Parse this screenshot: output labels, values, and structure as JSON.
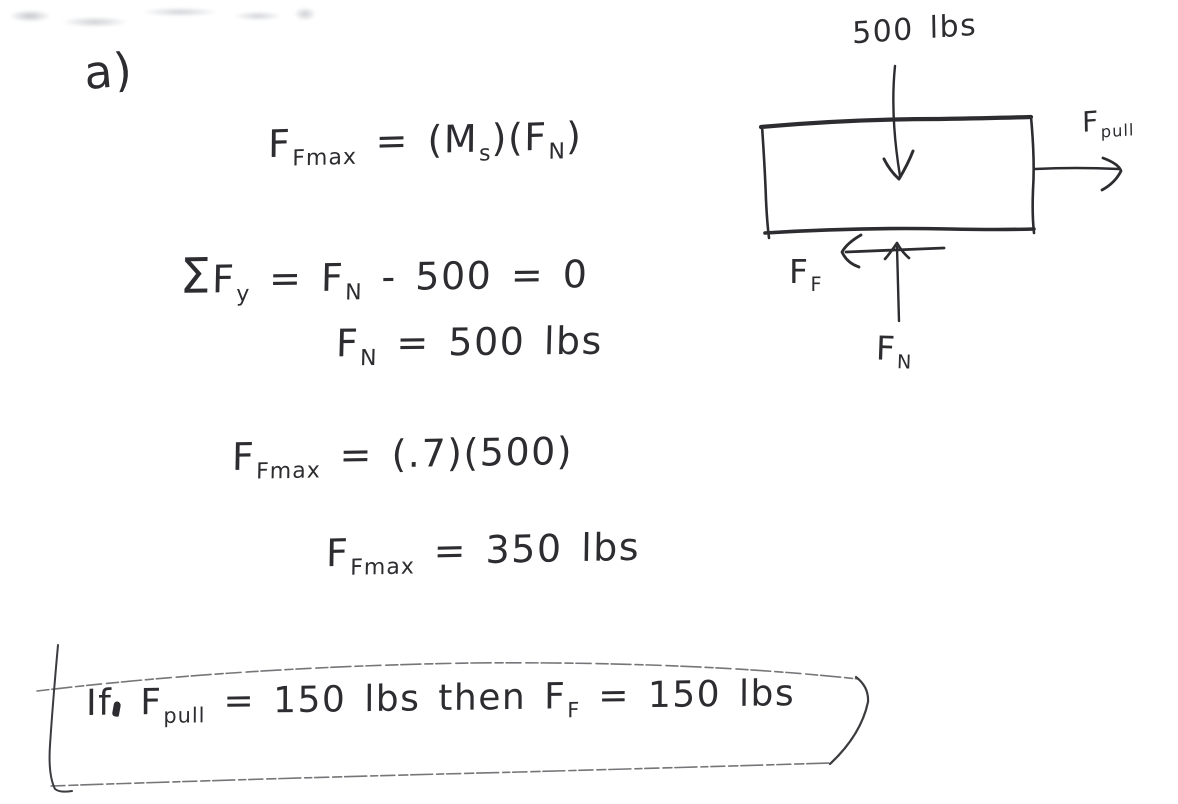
{
  "page": {
    "part_label": "a)",
    "ink_color": "#2d2d31",
    "paper_color": "#ffffff"
  },
  "equations": {
    "ffmax_definition": {
      "text": "FFmax = (Ms)(FN)",
      "segments": [
        {
          "t": "F"
        },
        {
          "t": "Fmax",
          "c": "sub"
        },
        {
          "t": " = ("
        },
        {
          "t": "M"
        },
        {
          "t": "s",
          "c": "sub"
        },
        {
          "t": ")("
        },
        {
          "t": "F"
        },
        {
          "t": "N",
          "c": "sub"
        },
        {
          "t": ")"
        }
      ]
    },
    "sum_fy": {
      "text": "ΣFy = FN - 500 = 0",
      "segments": [
        {
          "t": "Σ",
          "c": "big"
        },
        {
          "t": "F"
        },
        {
          "t": "y",
          "c": "sub"
        },
        {
          "t": " = "
        },
        {
          "t": "F"
        },
        {
          "t": "N",
          "c": "sub"
        },
        {
          "t": " - 500 = 0"
        }
      ]
    },
    "fn_value": {
      "text": "FN = 500 lbs",
      "segments": [
        {
          "t": "F"
        },
        {
          "t": "N",
          "c": "sub"
        },
        {
          "t": " = 500 lbs"
        }
      ]
    },
    "ffmax_substitution": {
      "text": "FFmax = (.7)(500)",
      "segments": [
        {
          "t": "F"
        },
        {
          "t": "Fmax",
          "c": "sub"
        },
        {
          "t": " = (.7)(500)"
        }
      ]
    },
    "ffmax_value": {
      "text": "FFmax = 350 lbs",
      "segments": [
        {
          "t": "F"
        },
        {
          "t": "Fmax",
          "c": "sub"
        },
        {
          "t": " = 350 lbs"
        }
      ]
    }
  },
  "conclusion": {
    "text": "If Fpull = 150 lbs then FF = 150 lbs",
    "segments_before": [
      {
        "t": "If"
      }
    ],
    "segments_after": [
      {
        "t": " F"
      },
      {
        "t": "pull",
        "c": "sub"
      },
      {
        "t": " = 150 lbs then "
      },
      {
        "t": "F"
      },
      {
        "t": "F",
        "c": "sub"
      },
      {
        "t": " = 150 lbs"
      }
    ]
  },
  "diagram": {
    "load_label": "500 lbs",
    "pull_label": {
      "text": "Fpull",
      "segments": [
        {
          "t": "F"
        },
        {
          "t": "pull",
          "c": "sub"
        }
      ]
    },
    "friction_label": {
      "text": "FF",
      "segments": [
        {
          "t": "F"
        },
        {
          "t": "F",
          "c": "sub"
        }
      ]
    },
    "normal_label": {
      "text": "FN",
      "segments": [
        {
          "t": "F"
        },
        {
          "t": "N",
          "c": "sub"
        }
      ]
    }
  }
}
